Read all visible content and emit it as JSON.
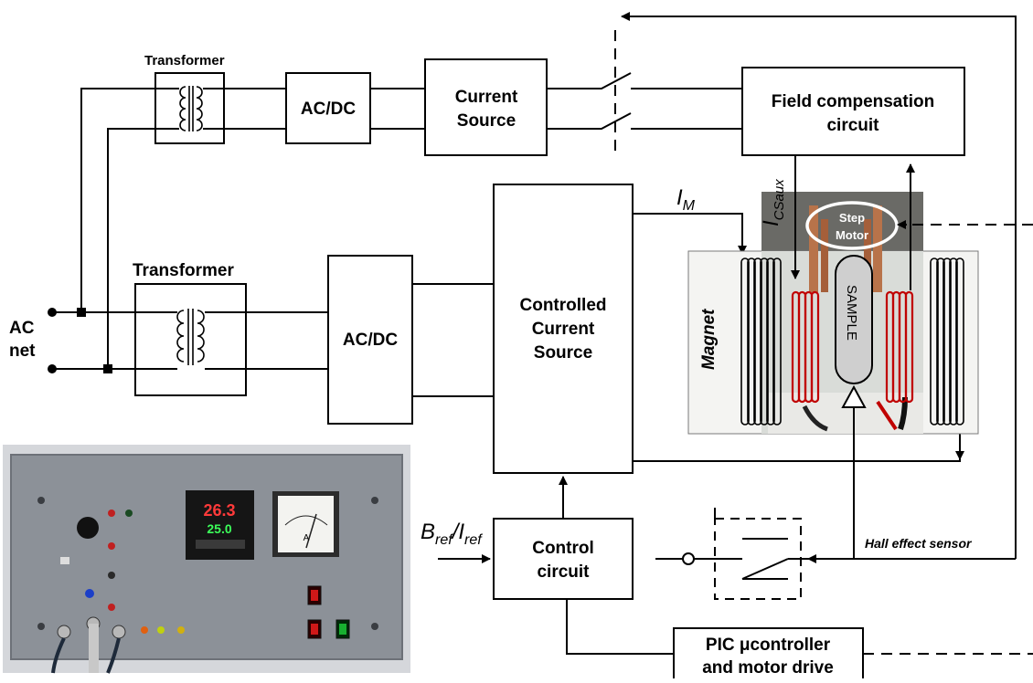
{
  "blocks": {
    "transformer_top": "Transformer",
    "transformer_bottom": "Transformer",
    "acdc_top": "AC/DC",
    "acdc_bottom": "AC/DC",
    "current_source": [
      "Current",
      "Source"
    ],
    "field_compensation": [
      "Field compensation",
      "circuit"
    ],
    "controlled_current_source": [
      "Controlled",
      "Current",
      "Source"
    ],
    "control_circuit": [
      "Control",
      "circuit"
    ],
    "pic_controller": [
      "PIC μcontroller",
      "and motor drive"
    ],
    "step_motor": [
      "Step",
      "Motor"
    ]
  },
  "labels": {
    "ac_net": [
      "AC",
      "net"
    ],
    "magnet": "Magnet",
    "sample": "SAMPLE",
    "hall_sensor": "Hall effect sensor",
    "im_main": "I",
    "im_sub": "M",
    "ics_main": "I",
    "ics_sub": "CSaux",
    "bref_main": "B",
    "bref_sub": "ref",
    "iref_main": "/I",
    "iref_sub": "ref"
  },
  "panel_photo": {
    "display_top": "26.3",
    "display_bottom": "25.0",
    "meter_unit": "A"
  },
  "colors": {
    "coil_red": "#c00000",
    "panel_gray": "#8c9198",
    "display_red": "#ff3a3a",
    "display_green": "#3cff5a"
  }
}
